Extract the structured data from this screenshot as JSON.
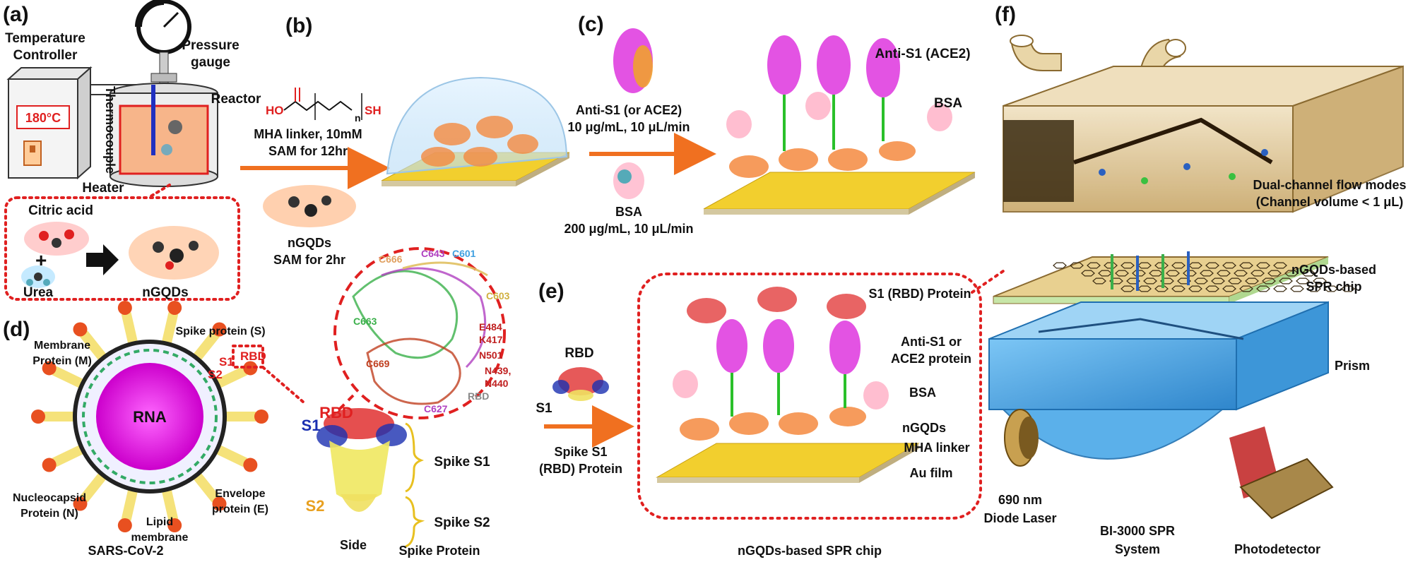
{
  "panels": [
    "(a)",
    "(b)",
    "(c)",
    "(d)",
    "(e)",
    "(f)"
  ],
  "a": {
    "temperature_controller": [
      "Temperature",
      "Controller"
    ],
    "display": "180°C",
    "pressure_gauge": [
      "Pressure",
      "gauge"
    ],
    "reactor": "Reactor",
    "thermocouple": "Thermocouple",
    "heater": "Heater",
    "citric_acid": "Citric acid",
    "urea": "Urea",
    "ngqds": "nGQDs"
  },
  "b": {
    "mha_linker": [
      "MHA linker, 10mM",
      "SAM for 12hr"
    ],
    "ngqds_sam": [
      "nGQDs",
      "SAM for 2hr"
    ],
    "formula_ho": "HO",
    "formula_sh": "SH",
    "formula_n": "n"
  },
  "c": {
    "anti_s1": [
      "Anti-S1 (or ACE2)",
      "10 μg/mL, 10 μL/min"
    ],
    "bsa": [
      "BSA",
      "200 μg/mL, 10 μL/min"
    ],
    "anti_s1_ace2": "Anti-S1 (ACE2)",
    "bsa_label": "BSA"
  },
  "d": {
    "membrane_protein": [
      "Membrane",
      "Protein (M)"
    ],
    "spike_protein": "Spike protein (S)",
    "s2": "S2",
    "s1": "S1",
    "rbd": "RBD",
    "rna": "RNA",
    "nucleocapsid": [
      "Nucleocapsid",
      "Protein (N)"
    ],
    "lipid": [
      "Lipid",
      "membrane"
    ],
    "envelope": [
      "Envelope",
      "protein (E)"
    ],
    "virus_name": "SARS-CoV-2"
  },
  "spike": {
    "c666": "C666",
    "c643": "C643",
    "c601": "C601",
    "c603": "C603",
    "c663": "C663",
    "c669": "C669",
    "c627": "C627",
    "e484": "E484",
    "k417": "K417",
    "n501": "N501",
    "n439": [
      "N439,",
      "N440"
    ],
    "rbd_small": "RBD",
    "rbd_label": "RBD",
    "s1_label": "S1",
    "s2_label": "S2",
    "spike_s1": "Spike S1",
    "spike_s2": "Spike S2",
    "side": "Side",
    "spike_protein": "Spike Protein"
  },
  "e": {
    "rbd": "RBD",
    "s1": "S1",
    "step": [
      "Spike S1",
      "(RBD) Protein"
    ],
    "s1_rbd_protein": "S1 (RBD) Protein",
    "anti_s1": [
      "Anti-S1 or",
      "ACE2 protein"
    ],
    "bsa": "BSA",
    "ngqds": "nGQDs",
    "mha": "MHA linker",
    "au": "Au film",
    "caption": "nGQDs-based SPR chip"
  },
  "f": {
    "flow": [
      "Dual-channel flow modes",
      "(Channel volume < 1 μL)"
    ],
    "chip": [
      "nGQDs-based",
      "SPR chip"
    ],
    "prism": "Prism",
    "laser": [
      "690 nm",
      "Diode Laser"
    ],
    "system": [
      "BI-3000 SPR",
      "System"
    ],
    "detector": "Photodetector"
  },
  "colors": {
    "gold": "#f0c020",
    "orange_arrow": "#f07020",
    "dotted_red": "#e02020",
    "prism_blue": "#4aa8e8",
    "flowcell": "#d9bf8f"
  }
}
